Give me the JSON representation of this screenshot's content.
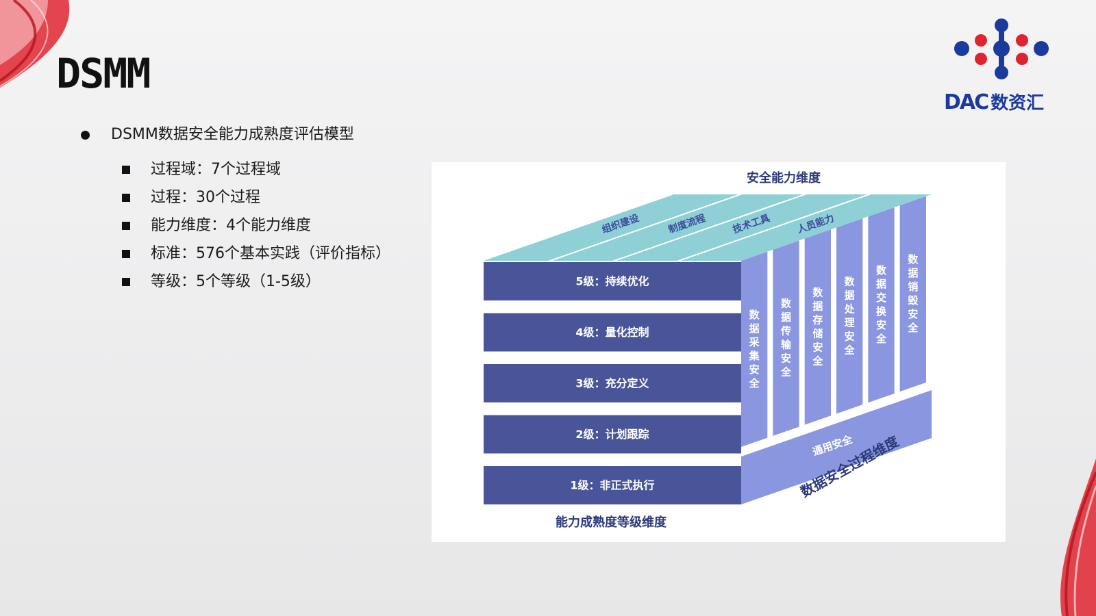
{
  "slide": {
    "title": "DSMM",
    "logo": {
      "brand_latin": "DAC",
      "brand_cn": "数资汇"
    },
    "bullet": "DSMM数据安全能力成熟度评估模型",
    "sub_bullets": [
      "过程域：7个过程域",
      "过程：30个过程",
      "能力维度：4个能力维度",
      "标准：576个基本实践（评价指标）",
      "等级：5个等级（1-5级）"
    ]
  },
  "diagram": {
    "top_axis": "安全能力维度",
    "bottom_axis": "能力成熟度等级维度",
    "side_axis": "数据安全过程维度",
    "capabilities": [
      "组织建设",
      "制度流程",
      "技术工具",
      "人员能力"
    ],
    "levels": [
      "5级：持续优化",
      "4级：量化控制",
      "3级：充分定义",
      "2级：计划跟踪",
      "1级：非正式执行"
    ],
    "process_columns": [
      "数据采集安全",
      "数据传输安全",
      "数据存储安全",
      "数据处理安全",
      "数据交换安全",
      "数据销毁安全"
    ],
    "general": "通用安全"
  },
  "colors": {
    "level_bar": "#4a5599",
    "side_column": "#8a97e0",
    "top_strip": "#8fd0d6",
    "axis_text": "#2c3a7a",
    "ribbon": "#e0242f",
    "logo_blue": "#1b3a9e",
    "logo_red": "#e0242f"
  }
}
